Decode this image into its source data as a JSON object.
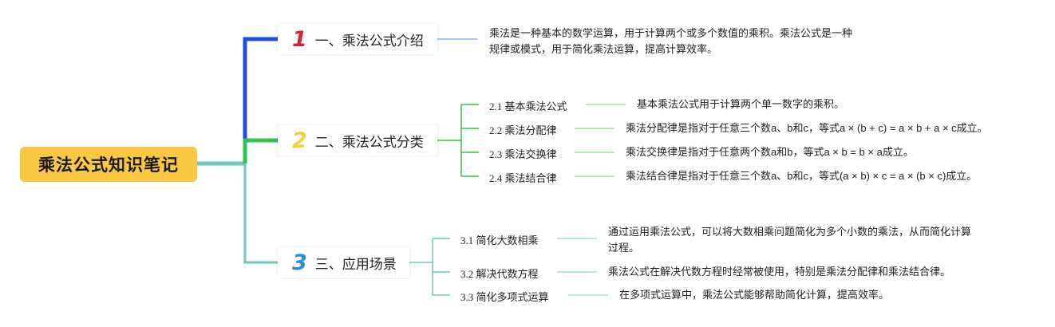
{
  "root": {
    "title": "乘法公式知识笔记"
  },
  "branches": [
    {
      "num": "1",
      "color": "#d0243a",
      "label": "一、乘法公式介绍",
      "desc_line1": "乘法是一种基本的数学运算，用于计算两个或多个数值的乘积。乘法公式是一种",
      "desc_line2": "规律或模式，用于简化乘法运算，提高计算效率。"
    },
    {
      "num": "2",
      "color": "#f2d03c",
      "label": "二、乘法公式分类",
      "children": [
        {
          "label": "2.1 基本乘法公式",
          "desc": "基本乘法公式用于计算两个单一数字的乘积。"
        },
        {
          "label": "2.2 乘法分配律",
          "desc": "乘法分配律是指对于任意三个数a、b和c，等式a × (b + c) = a × b + a × c成立。"
        },
        {
          "label": "2.3 乘法交换律",
          "desc": "乘法交换律是指对于任意两个数a和b，等式a × b = b × a成立。"
        },
        {
          "label": "2.4 乘法结合律",
          "desc": "乘法结合律是指对于任意三个数a、b和c，等式(a × b) × c = a × (b × c)成立。"
        }
      ]
    },
    {
      "num": "3",
      "color": "#2d8fd1",
      "label": "三、应用场景",
      "children": [
        {
          "label": "3.1 简化大数相乘",
          "desc_line1": "通过运用乘法公式，可以将大数相乘问题简化为多个小数的乘法，从而简化计算",
          "desc_line2": "过程。"
        },
        {
          "label": "3.2 解决代数方程",
          "desc_line1": "乘法公式在解决代数方程时经常被使用，特别是乘法分配律和乘法结合律。"
        },
        {
          "label": "3.3 简化多项式运算",
          "desc_line1": "在多项式运算中，乘法公式能够帮助简化计算，提高效率。"
        }
      ]
    }
  ],
  "colors": {
    "blue": "#1f4fe0",
    "green": "#33c24d",
    "teal": "#6cc9b8",
    "light_blue": "#8fb0e6",
    "light_green": "#9fe0a8",
    "light_teal": "#a5ddd2",
    "root": "#fbc844"
  }
}
